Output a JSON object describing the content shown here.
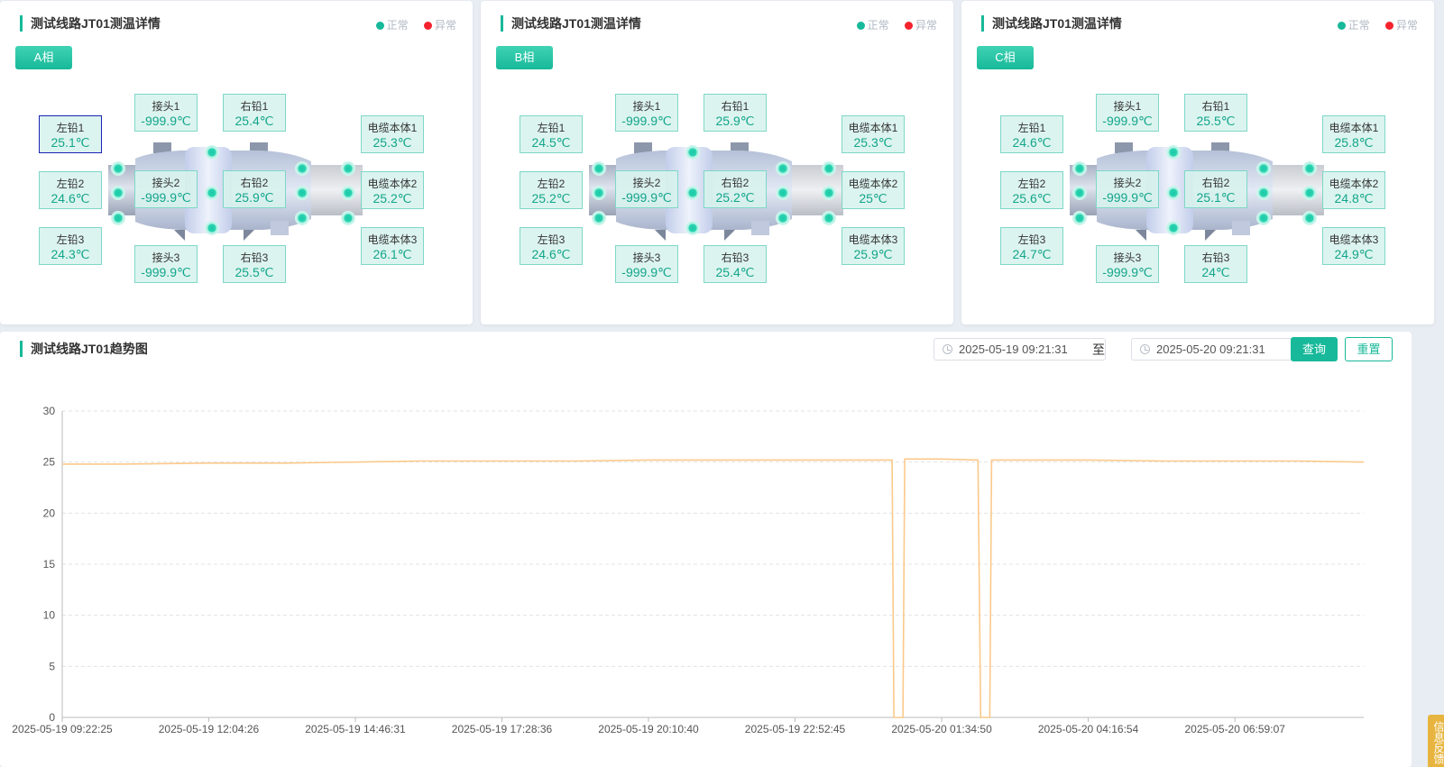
{
  "legend": {
    "normal": "正常",
    "abnormal": "异常",
    "normal_color": "#17b99a",
    "abnormal_color": "#f5222d"
  },
  "panels": [
    {
      "title": "测试线路JT01测温详情",
      "phase": "A相",
      "left_lead": [
        {
          "name": "左铅1",
          "value": "25.1℃"
        },
        {
          "name": "左铅2",
          "value": "24.6℃"
        },
        {
          "name": "左铅3",
          "value": "24.3℃"
        }
      ],
      "joint": [
        {
          "name": "接头1",
          "value": "-999.9℃"
        },
        {
          "name": "接头2",
          "value": "-999.9℃"
        },
        {
          "name": "接头3",
          "value": "-999.9℃"
        }
      ],
      "right_lead": [
        {
          "name": "右铅1",
          "value": "25.4℃"
        },
        {
          "name": "右铅2",
          "value": "25.9℃"
        },
        {
          "name": "右铅3",
          "value": "25.5℃"
        }
      ],
      "cable": [
        {
          "name": "电缆本体1",
          "value": "25.3℃"
        },
        {
          "name": "电缆本体2",
          "value": "25.2℃"
        },
        {
          "name": "电缆本体3",
          "value": "26.1℃"
        }
      ]
    },
    {
      "title": "测试线路JT01测温详情",
      "phase": "B相",
      "left_lead": [
        {
          "name": "左铅1",
          "value": "24.5℃"
        },
        {
          "name": "左铅2",
          "value": "25.2℃"
        },
        {
          "name": "左铅3",
          "value": "24.6℃"
        }
      ],
      "joint": [
        {
          "name": "接头1",
          "value": "-999.9℃"
        },
        {
          "name": "接头2",
          "value": "-999.9℃"
        },
        {
          "name": "接头3",
          "value": "-999.9℃"
        }
      ],
      "right_lead": [
        {
          "name": "右铅1",
          "value": "25.9℃"
        },
        {
          "name": "右铅2",
          "value": "25.2℃"
        },
        {
          "name": "右铅3",
          "value": "25.4℃"
        }
      ],
      "cable": [
        {
          "name": "电缆本体1",
          "value": "25.3℃"
        },
        {
          "name": "电缆本体2",
          "value": "25℃"
        },
        {
          "name": "电缆本体3",
          "value": "25.9℃"
        }
      ]
    },
    {
      "title": "测试线路JT01测温详情",
      "phase": "C相",
      "left_lead": [
        {
          "name": "左铅1",
          "value": "24.6℃"
        },
        {
          "name": "左铅2",
          "value": "25.6℃"
        },
        {
          "name": "左铅3",
          "value": "24.7℃"
        }
      ],
      "joint": [
        {
          "name": "接头1",
          "value": "-999.9℃"
        },
        {
          "name": "接头2",
          "value": "-999.9℃"
        },
        {
          "name": "接头3",
          "value": "-999.9℃"
        }
      ],
      "right_lead": [
        {
          "name": "右铅1",
          "value": "25.5℃"
        },
        {
          "name": "右铅2",
          "value": "25.1℃"
        },
        {
          "name": "右铅3",
          "value": "24℃"
        }
      ],
      "cable": [
        {
          "name": "电缆本体1",
          "value": "25.8℃"
        },
        {
          "name": "电缆本体2",
          "value": "24.8℃"
        },
        {
          "name": "电缆本体3",
          "value": "24.9℃"
        }
      ]
    }
  ],
  "trend": {
    "title": "测试线路JT01趋势图",
    "start_time": "2025-05-19 09:21:31",
    "separator": "至",
    "end_time": "2025-05-20 09:21:31",
    "query_label": "查询",
    "reset_label": "重置"
  },
  "feedback_tab": "信息反馈",
  "chart_data": {
    "type": "line",
    "title": "",
    "xlabel": "",
    "ylabel": "",
    "ylim": [
      0,
      30
    ],
    "yticks": [
      0,
      5,
      10,
      15,
      20,
      25,
      30
    ],
    "x_start": "2025-05-19 09:22:25",
    "x_end": "2025-05-20 09:21:31",
    "xtick_labels": [
      "2025-05-19 09:22:25",
      "2025-05-19 12:04:26",
      "2025-05-19 14:46:31",
      "2025-05-19 17:28:36",
      "2025-05-19 20:10:40",
      "2025-05-19 22:52:45",
      "2025-05-20 01:34:50",
      "2025-05-20 04:16:54",
      "2025-05-20 06:59:07"
    ],
    "grid": true,
    "series": [
      {
        "color": "#fbc98a",
        "points": [
          [
            "2025-05-19 09:22:25",
            24.8
          ],
          [
            "2025-05-19 10:30:00",
            24.8
          ],
          [
            "2025-05-19 12:04:26",
            24.9
          ],
          [
            "2025-05-19 13:30:00",
            24.9
          ],
          [
            "2025-05-19 14:46:31",
            25.0
          ],
          [
            "2025-05-19 16:00:00",
            25.1
          ],
          [
            "2025-05-19 17:28:36",
            25.1
          ],
          [
            "2025-05-19 18:50:00",
            25.1
          ],
          [
            "2025-05-19 20:10:40",
            25.2
          ],
          [
            "2025-05-19 21:30:00",
            25.2
          ],
          [
            "2025-05-19 22:52:45",
            25.2
          ],
          [
            "2025-05-20 00:00:00",
            25.2
          ],
          [
            "2025-05-20 00:40:00",
            25.2
          ],
          [
            "2025-05-20 00:42:00",
            0
          ],
          [
            "2025-05-20 00:52:00",
            0
          ],
          [
            "2025-05-20 00:54:00",
            25.3
          ],
          [
            "2025-05-20 01:34:50",
            25.3
          ],
          [
            "2025-05-20 02:15:00",
            25.2
          ],
          [
            "2025-05-20 02:18:00",
            0
          ],
          [
            "2025-05-20 02:28:00",
            0
          ],
          [
            "2025-05-20 02:30:00",
            25.2
          ],
          [
            "2025-05-20 04:16:54",
            25.2
          ],
          [
            "2025-05-20 05:40:00",
            25.1
          ],
          [
            "2025-05-20 06:59:07",
            25.1
          ],
          [
            "2025-05-20 08:10:00",
            25.1
          ],
          [
            "2025-05-20 09:21:31",
            25.0
          ]
        ]
      }
    ]
  }
}
